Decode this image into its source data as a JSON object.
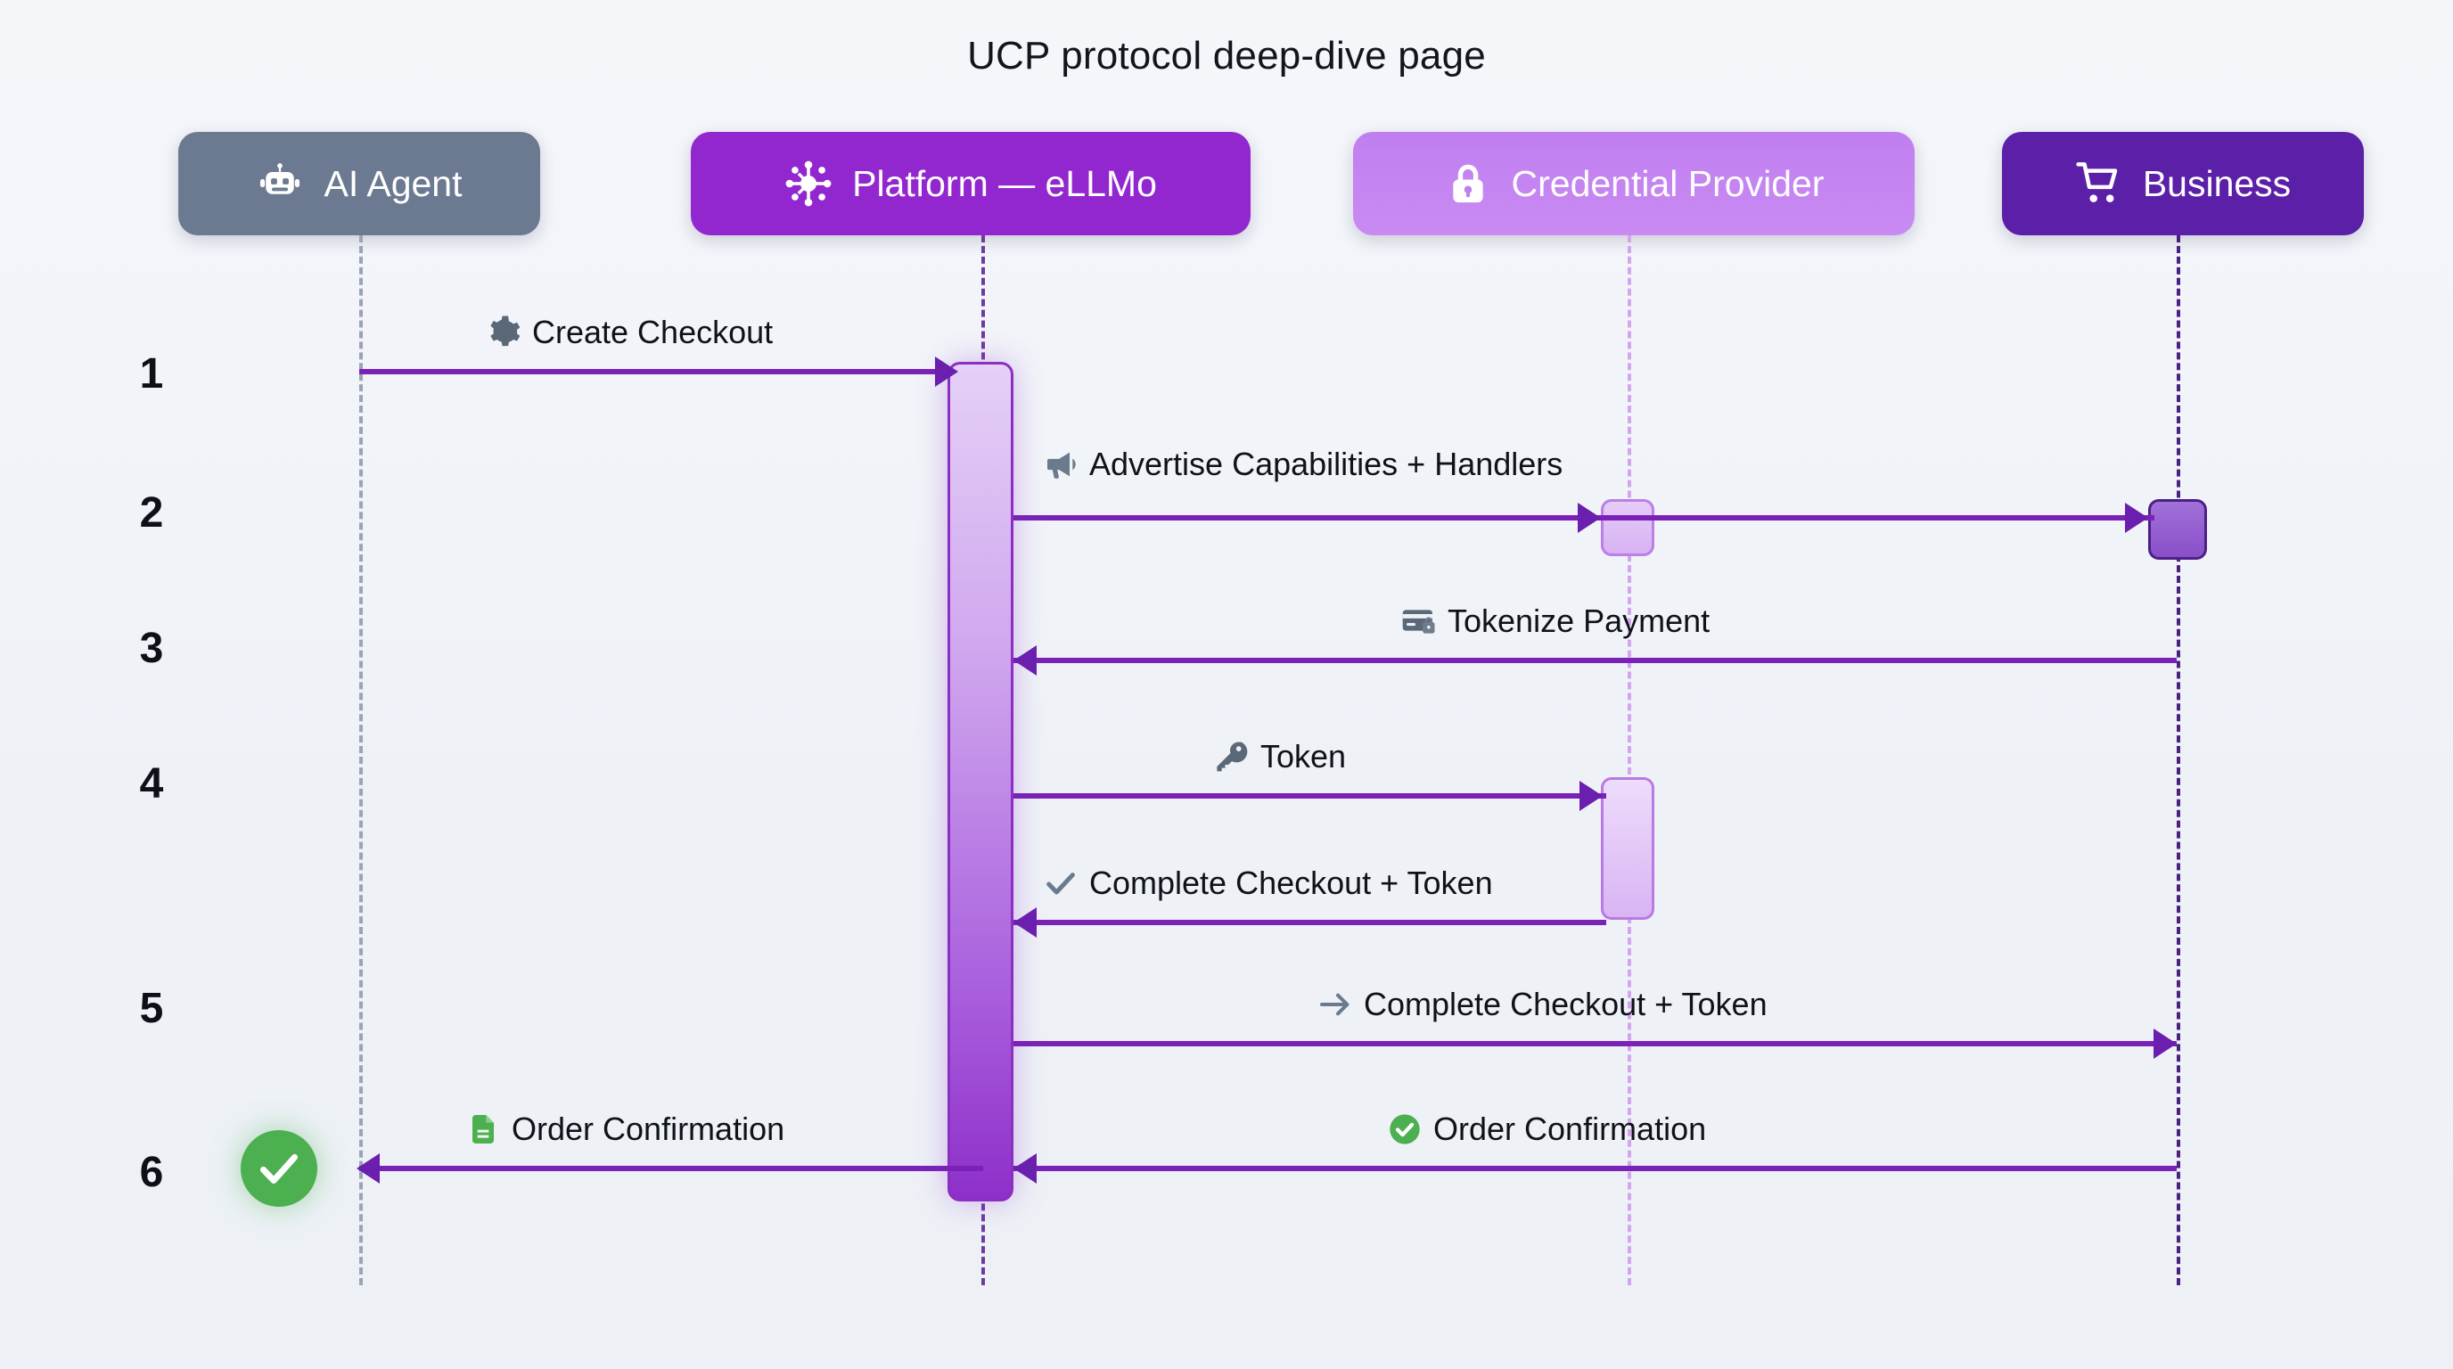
{
  "page": {
    "title": "UCP protocol deep-dive page",
    "background": "#f2f5f9",
    "accent": "#7a22b8"
  },
  "participants": [
    {
      "id": "agent",
      "label": "AI Agent",
      "icon": "robot-icon",
      "color": "#6b7a90"
    },
    {
      "id": "platform",
      "label": "Platform — eLLMo",
      "icon": "hub-network-icon",
      "color": "#9327cf"
    },
    {
      "id": "cred",
      "label": "Credential Provider",
      "icon": "lock-icon",
      "color": "#c07ef0"
    },
    {
      "id": "business",
      "label": "Business",
      "icon": "shopping-cart-icon",
      "color": "#5b1fa8"
    }
  ],
  "steps": [
    {
      "number": "1"
    },
    {
      "number": "2"
    },
    {
      "number": "3"
    },
    {
      "number": "4"
    },
    {
      "number": "5"
    },
    {
      "number": "6"
    }
  ],
  "messages": [
    {
      "id": "m1",
      "step": "1",
      "label": "Create Checkout",
      "icon": "gear-icon",
      "from": "agent",
      "to": "platform",
      "direction": "right"
    },
    {
      "id": "m2",
      "step": "2",
      "label": "Advertise Capabilities + Handlers",
      "icon": "megaphone-icon",
      "from": "platform",
      "to": "business",
      "direction": "right"
    },
    {
      "id": "m3",
      "step": "3",
      "label": "Tokenize Payment",
      "icon": "credit-card-lock-icon",
      "from": "business",
      "to": "platform",
      "direction": "left"
    },
    {
      "id": "m4",
      "step": "4",
      "label": "Token",
      "icon": "key-icon",
      "from": "platform",
      "to": "cred",
      "direction": "right"
    },
    {
      "id": "m5",
      "step": "4",
      "label": "Complete Checkout + Token",
      "icon": "check-icon",
      "from": "cred",
      "to": "platform",
      "direction": "left"
    },
    {
      "id": "m6",
      "step": "5",
      "label": "Complete Checkout + Token",
      "icon": "arrow-right-icon",
      "from": "platform",
      "to": "business",
      "direction": "right"
    },
    {
      "id": "m7",
      "step": "6",
      "label": "Order Confirmation",
      "icon": "document-icon",
      "from": "platform",
      "to": "agent",
      "direction": "left"
    },
    {
      "id": "m8",
      "step": "6",
      "label": "Order Confirmation",
      "icon": "check-circle-icon",
      "from": "business",
      "to": "platform",
      "direction": "left"
    }
  ],
  "badge": {
    "name": "success-check-badge",
    "color": "#4caf50"
  }
}
